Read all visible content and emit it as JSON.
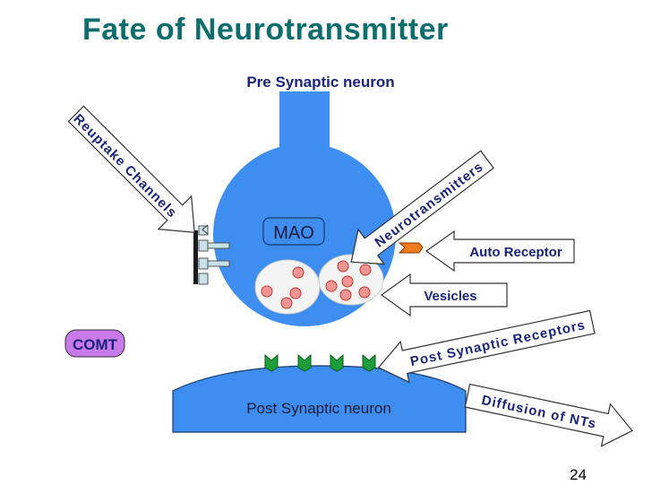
{
  "title": "Fate of Neurotransmitter",
  "page_number": "24",
  "labels": {
    "pre_synaptic": "Pre Synaptic neuron",
    "mao": "MAO",
    "comt": "COMT",
    "post_synaptic": "Post Synaptic neuron",
    "reuptake": "Reuptake Channels",
    "neurotransmitters": "Neurotransmitters",
    "auto_receptor": "Auto Receptor",
    "vesicles": "Vesicles",
    "post_receptors": "Post Synaptic Receptors",
    "diffusion": "Diffusion of NTs"
  },
  "colors": {
    "title": "#0e6e6e",
    "neuron": "#3d8ef0",
    "label_dark": "#1a237e",
    "vesicle_fill": "#f4f4f4",
    "nt_dot": "#f49595",
    "nt_stroke": "#c0392b",
    "receptor": "#1e9e3a",
    "auto_receptor": "#f07a20",
    "comt_fill": "#c77ae8",
    "channel": "#c9e3ea"
  }
}
